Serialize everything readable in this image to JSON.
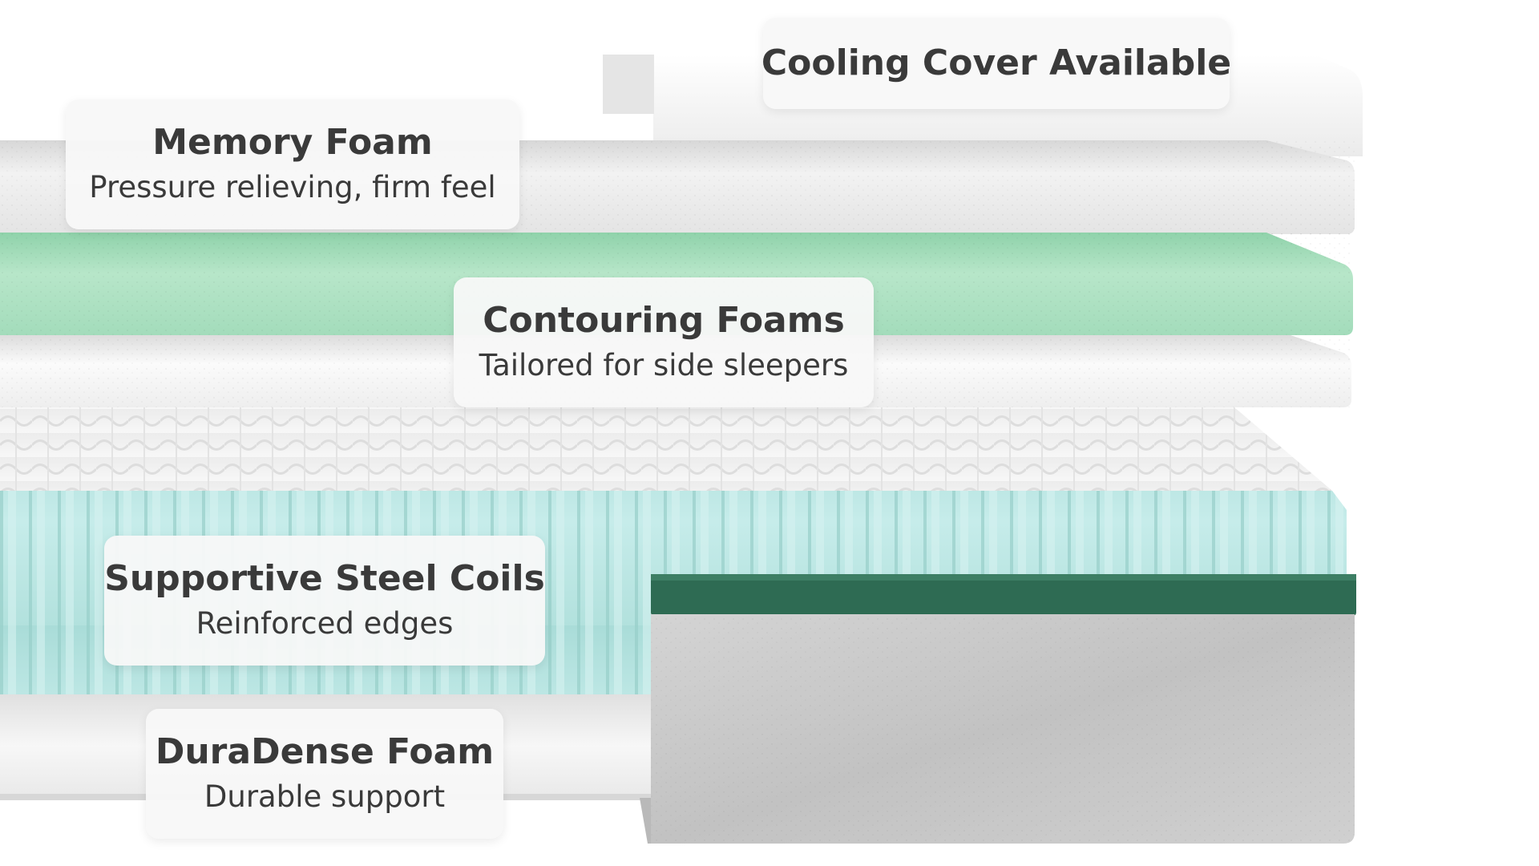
{
  "layers": [
    {
      "key": "cover",
      "title": "Cooling Cover Available",
      "subtitle": "",
      "color": "#f3f3f3"
    },
    {
      "key": "memory",
      "title": "Memory Foam",
      "subtitle": "Pressure relieving, firm feel",
      "color": "#e6e6e6"
    },
    {
      "key": "contour",
      "title": "Contouring Foams",
      "subtitle": "Tailored for side sleepers",
      "color": "#9fd8b5"
    },
    {
      "key": "coils",
      "title": "Supportive Steel Coils",
      "subtitle": "Reinforced edges",
      "color": "#b8e3e0"
    },
    {
      "key": "base",
      "title": "DuraDense Foam",
      "subtitle": "Durable support",
      "color": "#f1f1f1"
    }
  ],
  "colors": {
    "side_band": "#2e6b53",
    "side_fabric": "#c9c9c9"
  }
}
